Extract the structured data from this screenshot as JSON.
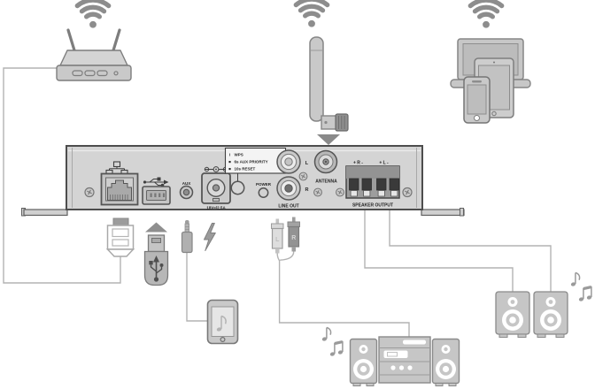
{
  "colors": {
    "panel_fill": "#d4d4d4",
    "panel_border": "#4d4d4d",
    "icon_fill": "#c9c9c9",
    "icon_stroke": "#858585",
    "wire": "#b3b3b3",
    "dark_accent": "#3f3f3f",
    "label_text": "#242424",
    "background": "#ffffff"
  },
  "panel": {
    "ports": {
      "aux_label": "AUX",
      "dc_input_label": "18V=/2.5A",
      "power_led_label": "POWER",
      "line_out_label": "LINE OUT",
      "line_out_left": "L",
      "line_out_right": "R",
      "antenna_label": "ANTENNA",
      "speaker_output_label": "SPEAKER OUTPUT",
      "terminal_right_label": "+ R -",
      "terminal_left_label": "+ L -"
    },
    "multi_button": {
      "rows": [
        {
          "symbol": "I",
          "text": "WPS"
        },
        {
          "symbol": "■",
          "text": "6s AUX PRIORITY"
        },
        {
          "symbol": "■",
          "text": "10s RESET"
        }
      ]
    }
  },
  "cables": {
    "rca_left_label": "L",
    "rca_right_label": "R"
  },
  "icons": [
    "wifi-icon",
    "router-icon",
    "antenna-icon",
    "laptop-icon",
    "tablet-icon",
    "smartphone-icon",
    "ethernet-network-icon",
    "usb-symbol-icon",
    "dc-polarity-icon",
    "ethernet-plug-icon",
    "usb-drive-icon",
    "aux-plug-icon",
    "power-bolt-icon",
    "music-phone-icon",
    "rca-plug-icon",
    "stereo-system-icon",
    "bookshelf-speaker-icon",
    "music-notes-icon",
    "down-arrow-icon",
    "up-arrow-icon",
    "screw-icon"
  ],
  "connections": [
    "wifi router → ethernet port (LAN cable)",
    "usb flash drive → USB port",
    "smartphone → AUX input (3.5mm plug)",
    "power (lightning bolt) → DC input 18V/2.5A",
    "stereo system → LINE OUT (RCA cable L/R)",
    "left + right bookshelf speakers → SPEAKER OUTPUT terminals",
    "wifi antenna → ANTENNA connector",
    "laptop / tablet / smartphone ↔ wifi"
  ]
}
